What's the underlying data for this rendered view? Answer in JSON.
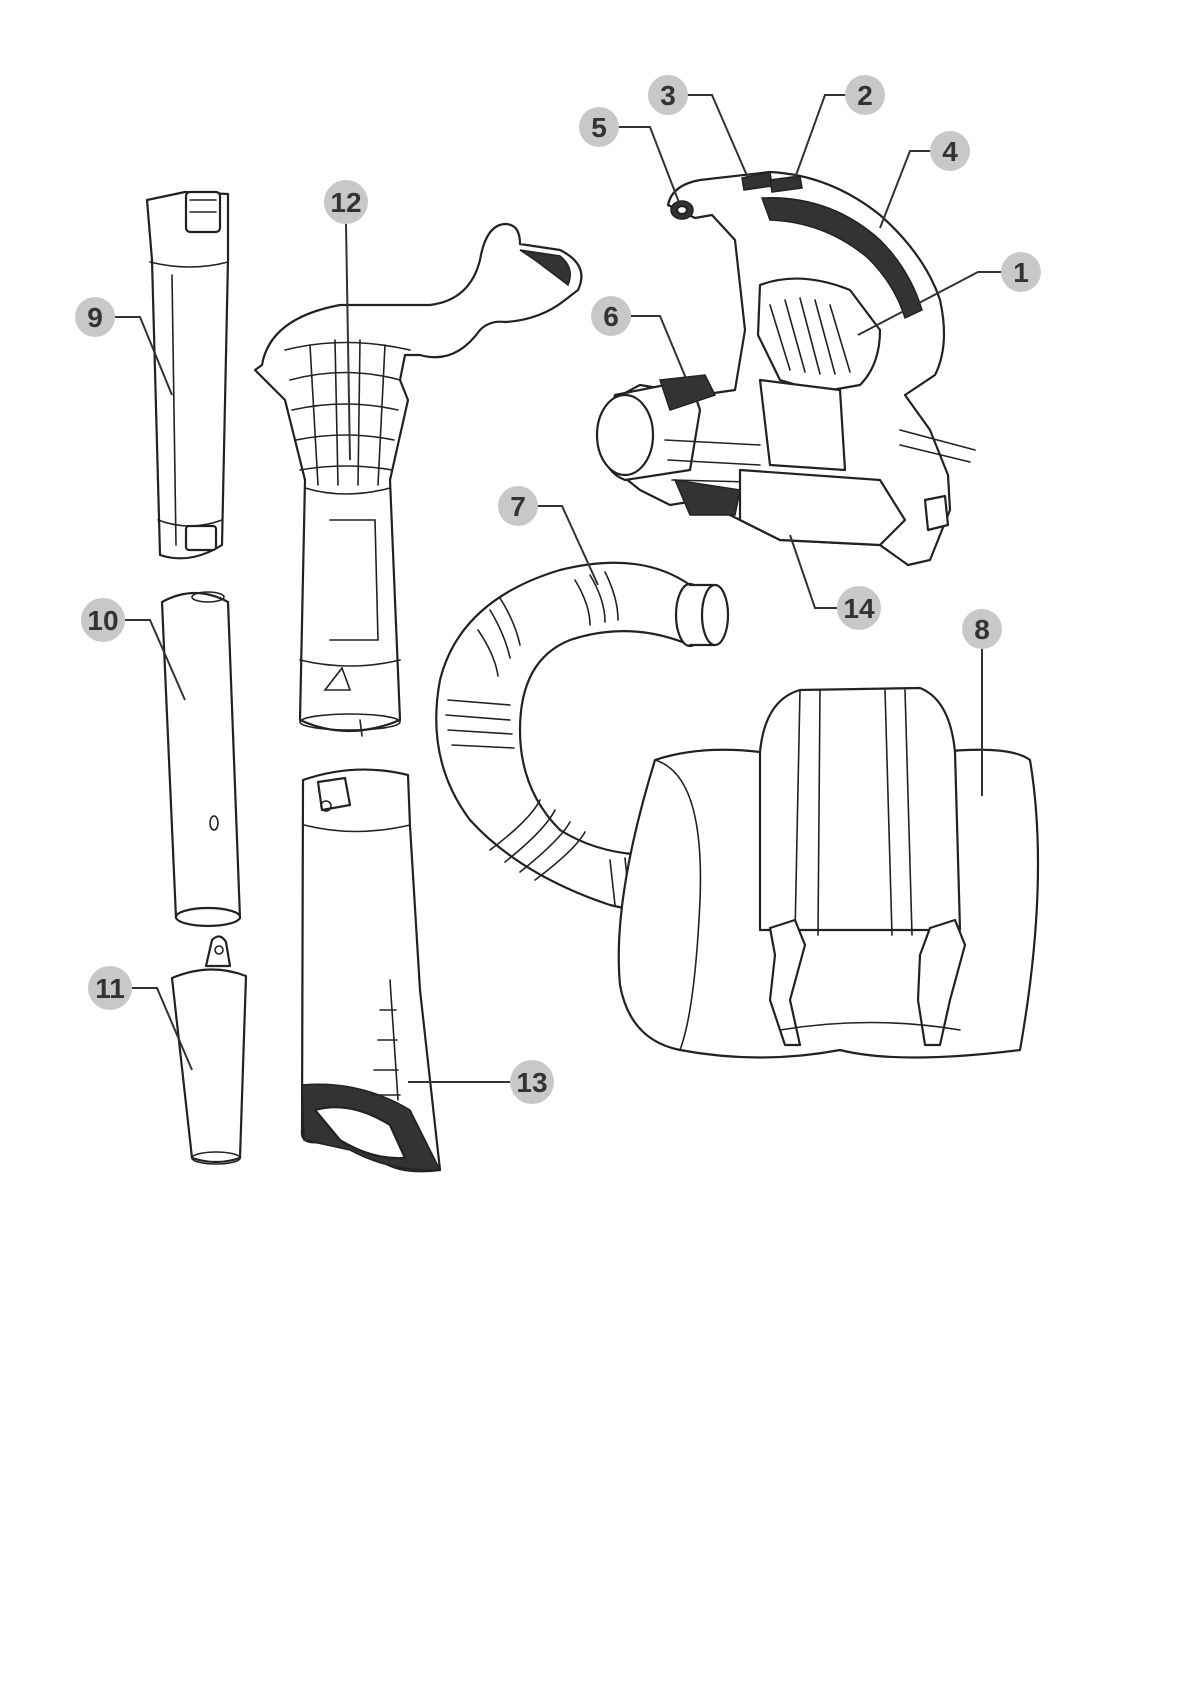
{
  "diagram": {
    "colors": {
      "callout_fill": "#c8c8c8",
      "callout_text": "#333333",
      "line": "#222222",
      "background": "#ffffff"
    },
    "callouts": [
      {
        "id": "1",
        "label": "1"
      },
      {
        "id": "2",
        "label": "2"
      },
      {
        "id": "3",
        "label": "3"
      },
      {
        "id": "4",
        "label": "4"
      },
      {
        "id": "5",
        "label": "5"
      },
      {
        "id": "6",
        "label": "6"
      },
      {
        "id": "7",
        "label": "7"
      },
      {
        "id": "8",
        "label": "8"
      },
      {
        "id": "9",
        "label": "9"
      },
      {
        "id": "10",
        "label": "10"
      },
      {
        "id": "11",
        "label": "11"
      },
      {
        "id": "12",
        "label": "12"
      },
      {
        "id": "13",
        "label": "13"
      },
      {
        "id": "14",
        "label": "14"
      }
    ]
  }
}
